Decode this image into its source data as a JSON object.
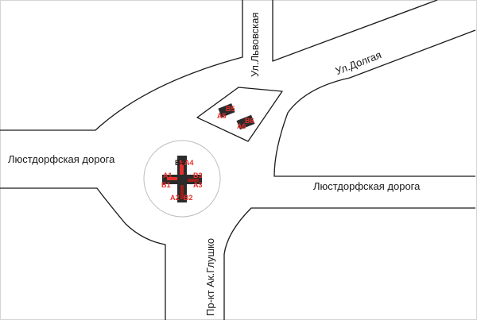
{
  "streets": {
    "lvovskaya": "Ул.Львовская",
    "dolgaya": "Ул.Долгая",
    "lyustdorf_west": "Люстдорфская дорога",
    "lyustdorf_east": "Люстдорфская дорога",
    "glushko": "Пр-кт  Ак.Глушко"
  },
  "markers": {
    "roundabout": {
      "top_label": "B4",
      "top_right_label": "A4",
      "left_labels": [
        "A1",
        "B1"
      ],
      "right_labels": [
        "B3",
        "A3"
      ],
      "bottom_labels": [
        "A2",
        "B2"
      ]
    },
    "island": {
      "upper_labels": [
        "B5",
        "A5"
      ],
      "lower_labels": [
        "B6",
        "A6"
      ]
    }
  },
  "colors": {
    "road_edge": "#1a1a1a",
    "marker_fill": "#2b2b2b",
    "marker_label": "#e8302a",
    "marker_label_dark": "#1a1a1a",
    "ring": "#bdbdbd"
  }
}
